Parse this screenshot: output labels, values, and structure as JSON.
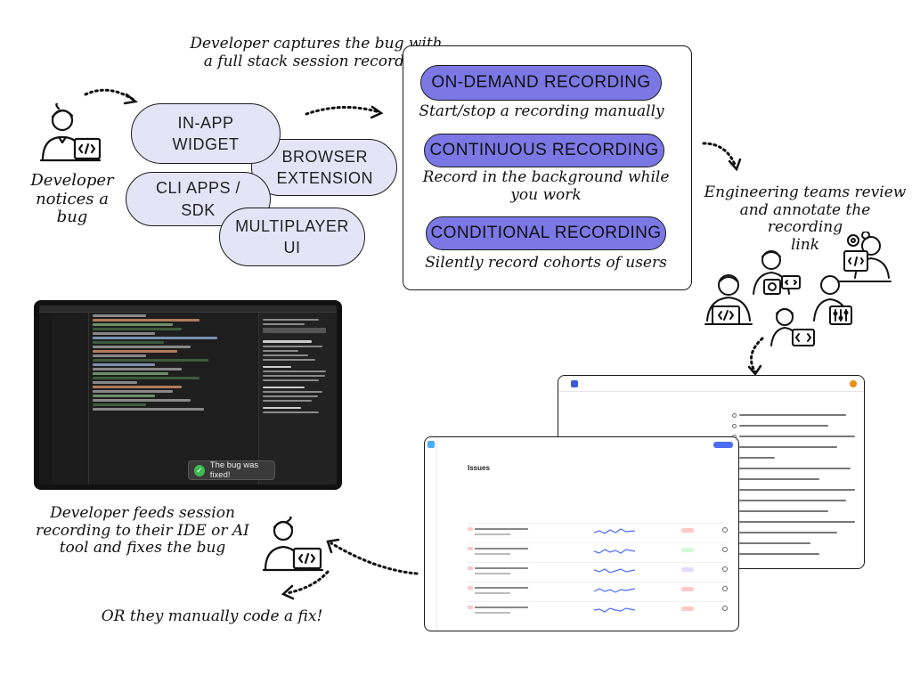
{
  "steps": {
    "notice": "Developer\nnotices a bug",
    "capture": "Developer captures the bug with\na full stack session recording",
    "review": "Engineering teams review\nand annotate the recording\nlink",
    "feeds": "Developer feeds session\nrecording to their IDE or AI\ntool and fixes the bug",
    "manual": "OR they manually code a fix!"
  },
  "sources": [
    {
      "label": "IN-APP\nWIDGET"
    },
    {
      "label": "BROWSER\nEXTENSION"
    },
    {
      "label": "CLI APPS /\nSDK"
    },
    {
      "label": "MULTIPLAYER\nUI"
    }
  ],
  "recording_modes": [
    {
      "label": "ON-DEMAND RECORDING",
      "desc": "Start/stop a recording manually"
    },
    {
      "label": "CONTINUOUS RECORDING",
      "desc": "Record in the background while\nyou work"
    },
    {
      "label": "CONDITIONAL RECORDING",
      "desc": "Silently record cohorts of users"
    }
  ],
  "ide_screenshot": {
    "toast": "The bug was fixed!"
  },
  "issues_screenshot": {
    "title": "Issues"
  },
  "colors": {
    "pill_light": "#e4e4f7",
    "pill_purple": "#7b78e6",
    "stroke": "#1a1a1a"
  }
}
